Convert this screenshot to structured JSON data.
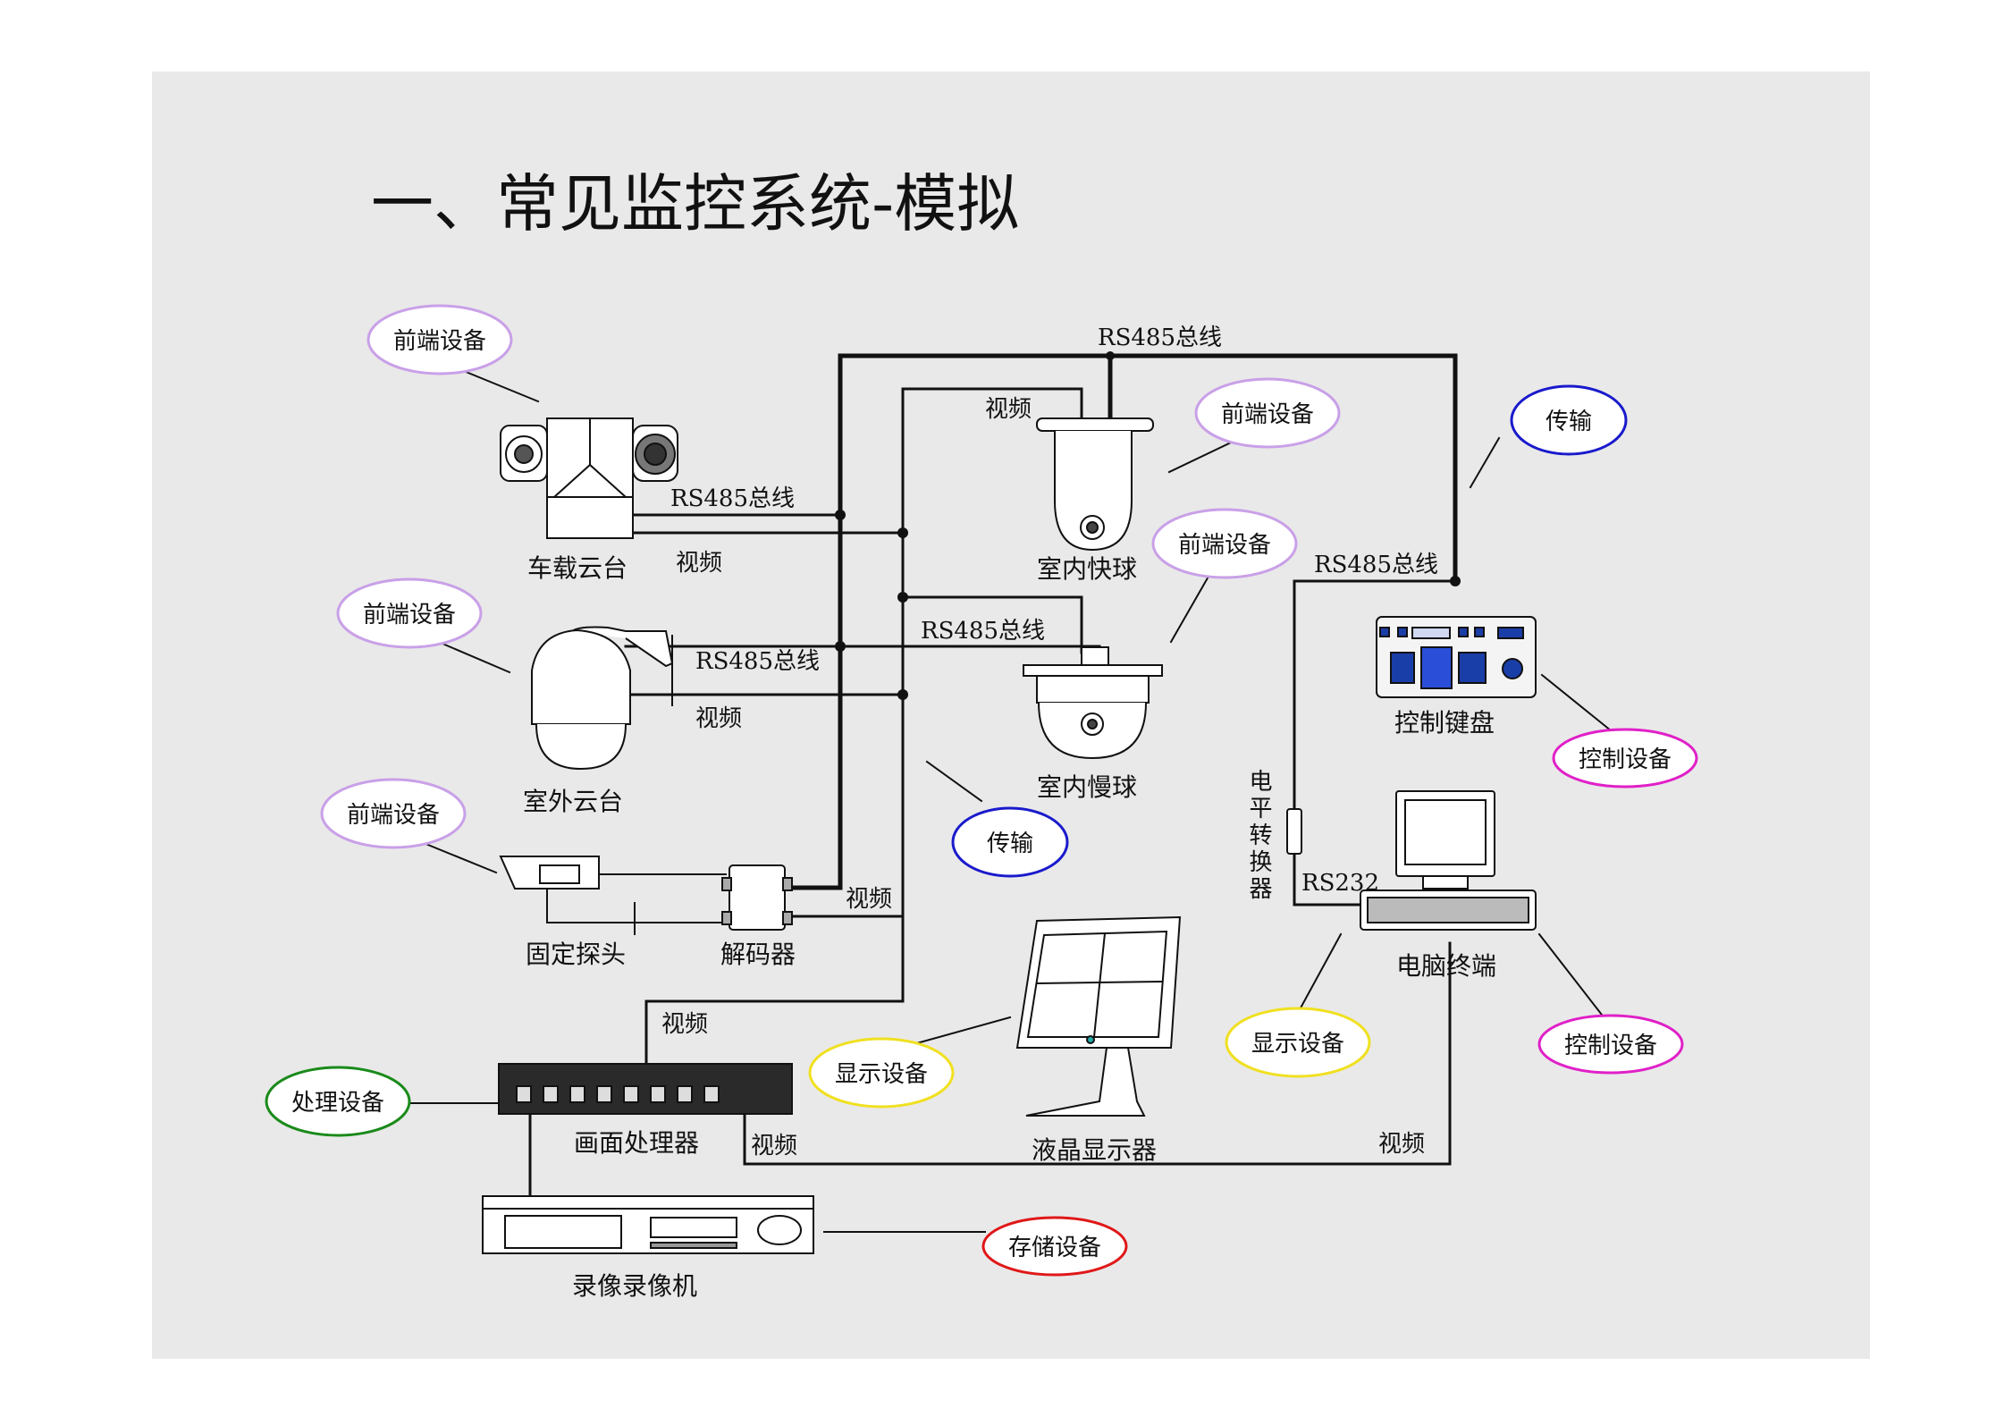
{
  "title": "一、常见监控系统-模拟",
  "devices": {
    "vehicle_ptz": "车载云台",
    "indoor_fast_dome": "室内快球",
    "outdoor_ptz": "室外云台",
    "indoor_slow_dome": "室内慢球",
    "fixed_camera": "固定探头",
    "decoder": "解码器",
    "control_keyboard": "控制键盘",
    "computer_terminal": "电脑终端",
    "level_converter": "电平转换器",
    "lcd_monitor": "液晶显示器",
    "quad_processor": "画面处理器",
    "video_recorder": "录像录像机"
  },
  "wire_labels": {
    "rs485_bus": "RS485总线",
    "video": "视频",
    "rs232": "RS232"
  },
  "categories": {
    "frontend": "前端设备",
    "transmission": "传输",
    "control": "控制设备",
    "display": "显示设备",
    "processing": "处理设备",
    "storage": "存储设备"
  },
  "colors": {
    "frontend": "#c9a0e8",
    "transmission": "#1a1acc",
    "control": "#e020c8",
    "display": "#f0e020",
    "processing": "#1a8a1a",
    "storage": "#e01818",
    "wire": "#111111",
    "slide_bg": "#e9e9e9"
  }
}
